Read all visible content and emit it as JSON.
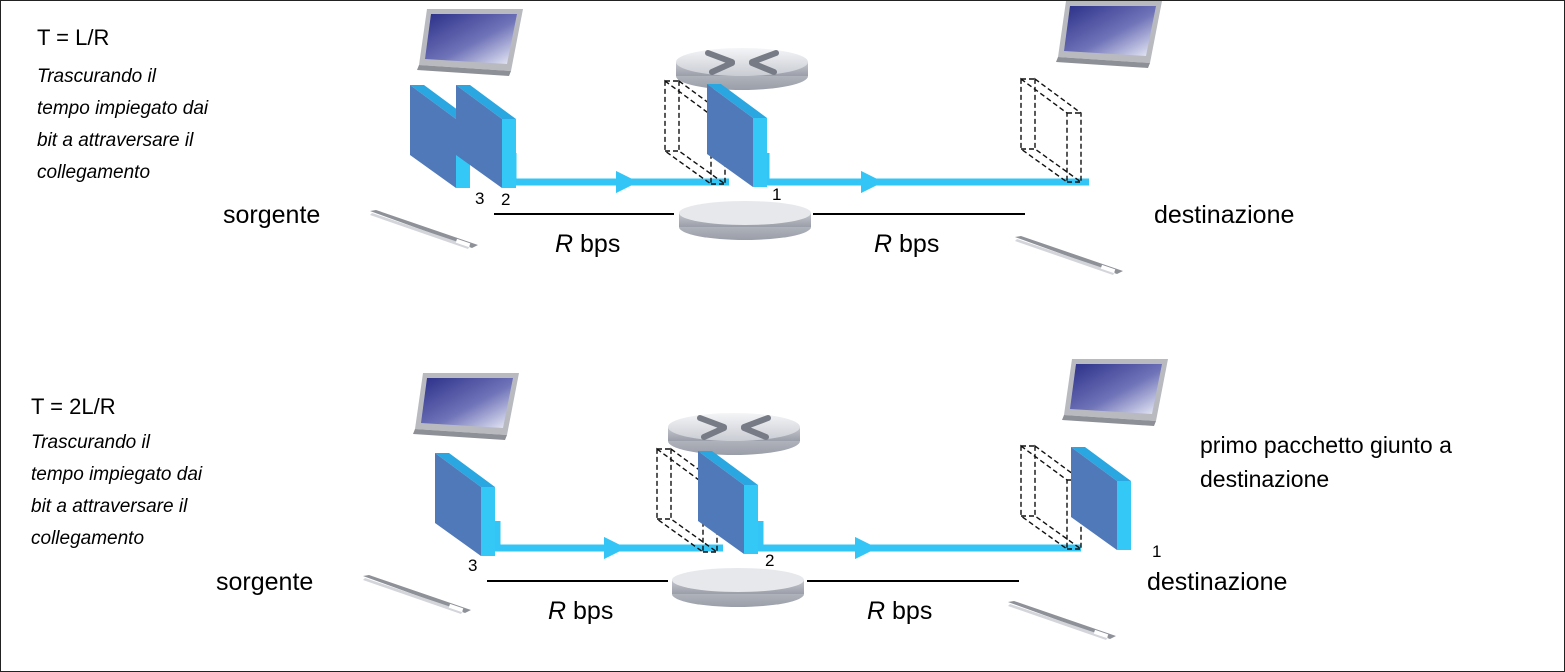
{
  "colors": {
    "link": "#33c5f5",
    "packet_face": "#4f79b9",
    "packet_side": "#33c8f6",
    "router": "#d9dbe0",
    "screen": "#4a4fa0"
  },
  "icons": [
    "laptop-icon",
    "router-icon",
    "packet-icon",
    "packet-outline-icon",
    "cable-icon"
  ],
  "scene1": {
    "time_label": "T = L/R",
    "note": [
      "Trascurando il",
      "tempo impiegato dai",
      "bit a attraversare il",
      "collegamento"
    ],
    "source_label": "sorgente",
    "destination_label": "destinazione",
    "link1_rate_symbol": "R",
    "link1_rate_unit": "bps",
    "link2_rate_symbol": "R",
    "link2_rate_unit": "bps",
    "packet_numbers": [
      "3",
      "2",
      "1"
    ]
  },
  "scene2": {
    "time_label": "T = 2L/R",
    "note": [
      "Trascurando il",
      "tempo impiegato dai",
      "bit a attraversare il",
      "collegamento"
    ],
    "source_label": "sorgente",
    "destination_label": "destinazione",
    "link1_rate_symbol": "R",
    "link1_rate_unit": "bps",
    "link2_rate_symbol": "R",
    "link2_rate_unit": "bps",
    "packet_numbers": [
      "3",
      "2",
      "1"
    ],
    "arrival_message": [
      "primo pacchetto giunto a",
      "destinazione"
    ]
  }
}
